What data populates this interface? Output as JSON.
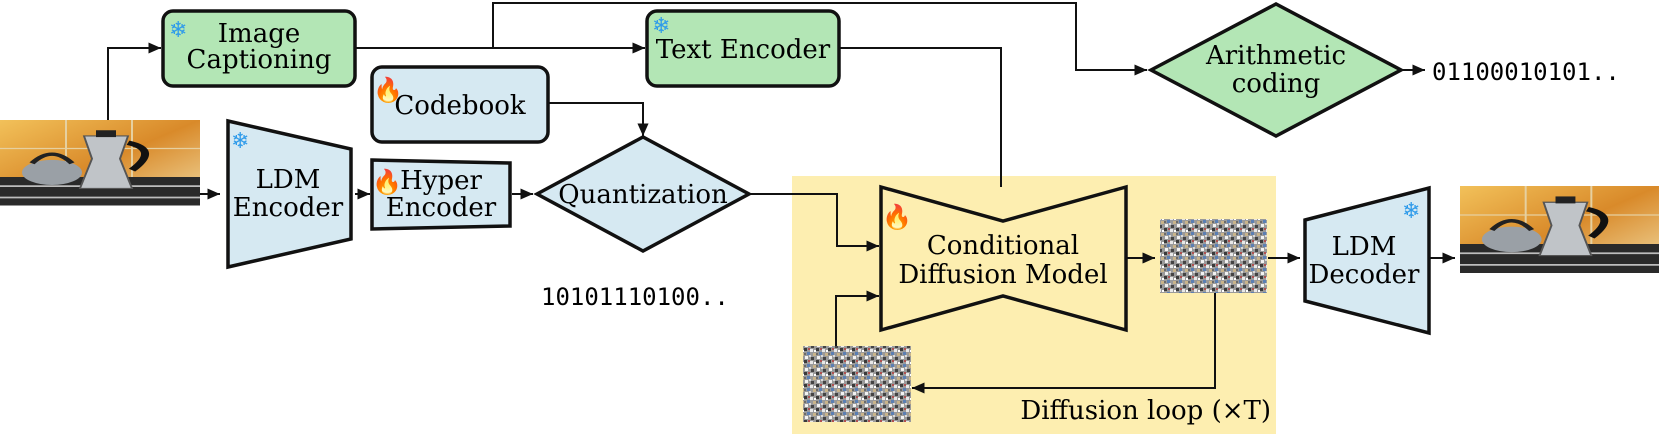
{
  "boxes": {
    "image_captioning": {
      "line1": "Image",
      "line2": "Captioning"
    },
    "text_encoder": "Text Encoder",
    "codebook": "Codebook",
    "ldm_encoder": {
      "line1": "LDM",
      "line2": "Encoder"
    },
    "hyper_encoder": {
      "line1": "Hyper",
      "line2": "Encoder"
    },
    "quantization": "Quantization",
    "arithmetic_coding": {
      "line1": "Arithmetic",
      "line2": "coding"
    },
    "conditional_diffusion_model": {
      "line1": "Conditional",
      "line2": "Diffusion Model"
    },
    "ldm_decoder": {
      "line1": "LDM",
      "line2": "Decoder"
    }
  },
  "bitstreams": {
    "quantized": "10101110100..",
    "arithmetic": "01100010101.."
  },
  "diffusion_loop_label": "Diffusion loop (×T)",
  "legend_icons": {
    "frozen": "snowflake-icon",
    "trainable": "flame-icon"
  },
  "colors": {
    "green_box": "#b3e6b5",
    "blue_box": "#d6e9f2",
    "loop_background": "#fdeeb0",
    "snowflake": "#2f9bea",
    "flame": "#f29a1c"
  }
}
